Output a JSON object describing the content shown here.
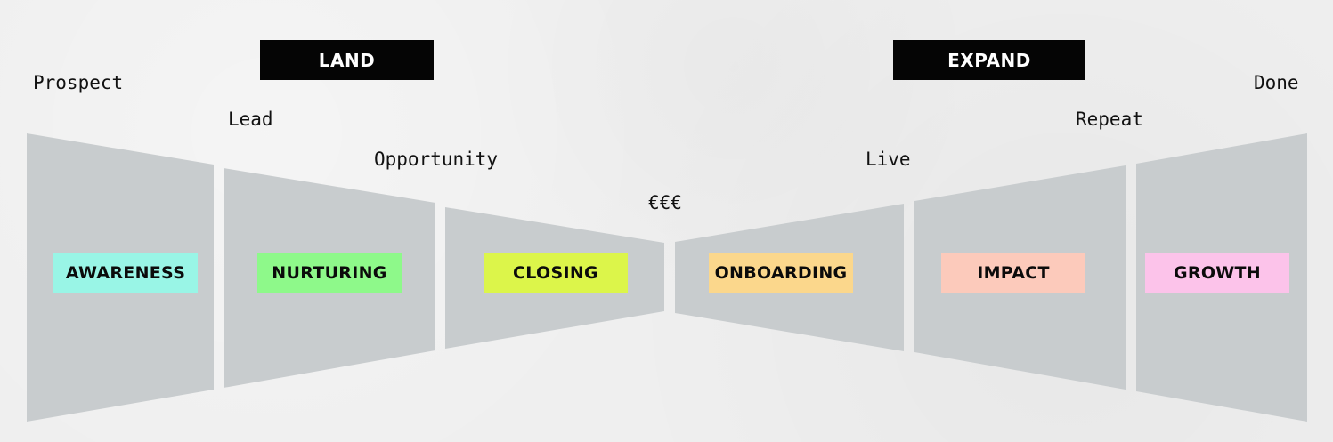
{
  "phases": {
    "land": "LAND",
    "expand": "EXPAND"
  },
  "milestones": {
    "prospect": "Prospect",
    "lead": "Lead",
    "opportunity": "Opportunity",
    "money": "€€€",
    "live": "Live",
    "repeat": "Repeat",
    "done": "Done"
  },
  "stages": [
    {
      "label": "AWARENESS",
      "color": "#99f5e6"
    },
    {
      "label": "NURTURING",
      "color": "#8ef98a"
    },
    {
      "label": "CLOSING",
      "color": "#dcf54a"
    },
    {
      "label": "ONBOARDING",
      "color": "#fbd78c"
    },
    {
      "label": "IMPACT",
      "color": "#fccabb"
    },
    {
      "label": "GROWTH",
      "color": "#fcc3ea"
    }
  ],
  "colors": {
    "funnel_segment": "#c8ccce",
    "phase_bar": "#050505",
    "background": "#efefef"
  }
}
